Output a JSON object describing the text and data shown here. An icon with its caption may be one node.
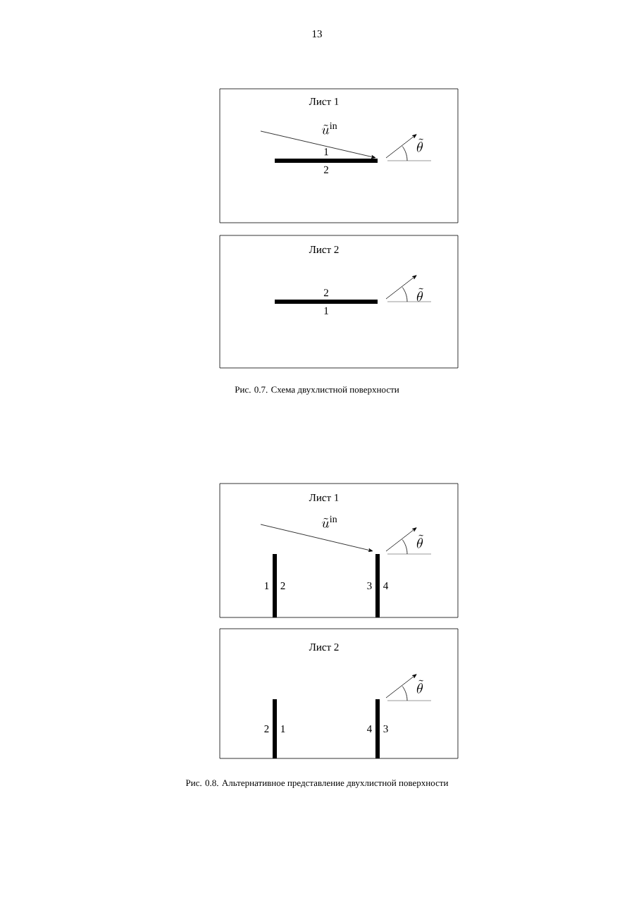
{
  "diagram": {
    "nodes": [
      {
        "text": [
          "Лист 1"
        ]
      },
      {
        "text": [],
        "shape": "bar",
        "in": 0,
        "beside": [
          "1",
          "2"
        ]
      },
      {
        "text": [
          "Лист 2"
        ]
      },
      {
        "text": [],
        "shape": "bar",
        "in": 2,
        "beside": [
          "2",
          "1"
        ]
      },
      {
        "text": [
          "Лист 1"
        ]
      },
      {
        "text": [],
        "shape": "bar",
        "in": 4,
        "beside": [
          "1",
          "2"
        ]
      },
      {
        "text": [],
        "shape": "bar",
        "in": 4,
        "beside": [
          "3",
          "4"
        ]
      },
      {
        "text": [
          "Лист 2"
        ]
      },
      {
        "text": [],
        "shape": "bar",
        "in": 7,
        "beside": [
          "2",
          "1"
        ]
      },
      {
        "text": [],
        "shape": "bar",
        "in": 7,
        "beside": [
          "4",
          "3"
        ]
      }
    ],
    "labels": [
      "13",
      "\\tilde{u}^{\\mathrm{in}}",
      "\\tilde{\\theta}",
      "\\tilde{\\theta}",
      "Рис. 0.7. Схема двухлистной поверхности",
      "\\tilde{u}^{\\mathrm{in}}",
      "\\tilde{\\theta}",
      "\\tilde{\\theta}",
      "Рис. 0.8. Альтернативное представление двухлистной поверхности"
    ]
  }
}
